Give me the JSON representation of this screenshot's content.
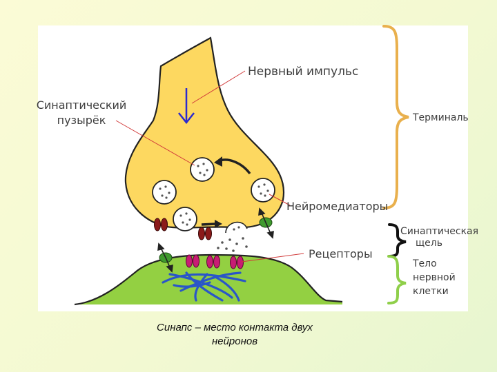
{
  "labels": {
    "nerve_impulse": "Нервный импульс",
    "vesicle_line1": "Синаптический",
    "vesicle_line2": "пузырёк",
    "terminal": "Терминаль",
    "neurotransmitters": "Нейромедиаторы",
    "cleft_line1": "Синаптическая",
    "cleft_line2": "щель",
    "receptors": "Рецепторы",
    "body_line1": "Тело",
    "body_line2": "нервной",
    "body_line3": "клетки"
  },
  "caption": {
    "line1": "Синапс – место контакта двух",
    "line2": "нейронов"
  },
  "colors": {
    "terminal_fill": "#fdd860",
    "cell_body_fill": "#93d042",
    "terminal_brace": "#e9b04d",
    "cleft_brace": "#111111",
    "body_brace": "#8fcf4a",
    "impulse_arrow": "#2a2ad0",
    "receptor": "#c81c74",
    "channel": "#8b1a1a",
    "transporter": "#3f9a2e",
    "fibers": "#2a56c8",
    "pointer_line": "#d13a3a"
  }
}
